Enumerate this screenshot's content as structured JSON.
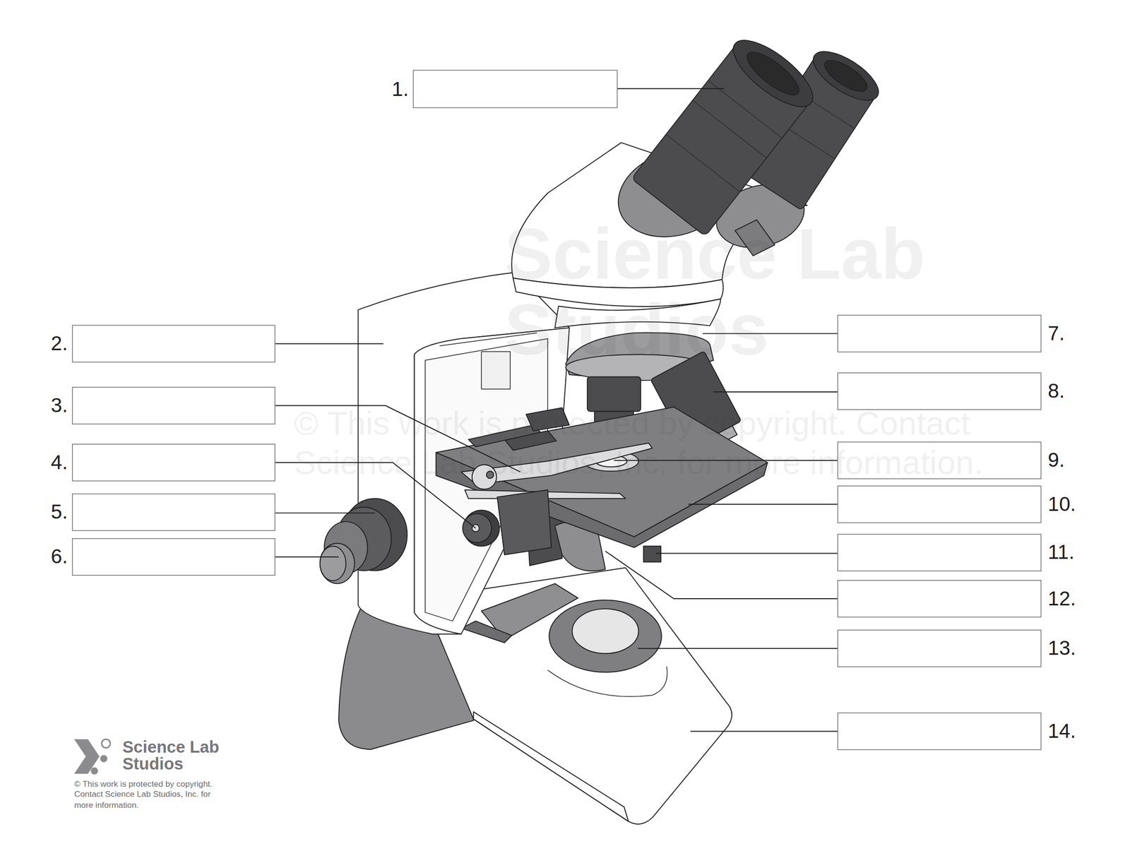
{
  "diagram": {
    "nodes": [
      {
        "text": [
          "1."
        ]
      },
      {
        "text": [
          "2."
        ]
      },
      {
        "text": [
          "3."
        ]
      },
      {
        "text": [
          "4."
        ]
      },
      {
        "text": [
          "5."
        ]
      },
      {
        "text": [
          "6."
        ]
      },
      {
        "text": [
          "7."
        ]
      },
      {
        "text": [
          "8."
        ]
      },
      {
        "text": [
          "9."
        ]
      },
      {
        "text": [
          "10."
        ]
      },
      {
        "text": [
          "11."
        ]
      },
      {
        "text": [
          "12."
        ]
      },
      {
        "text": [
          "13."
        ]
      },
      {
        "text": [
          "14."
        ]
      }
    ],
    "labels": [
      "Science Lab Studios",
      "© This work is protected by copyright. Contact Science Lab Studios, Inc. for more information.",
      "Science Lab Studios",
      "© This work is protected by copyright. Contact Science Lab Studios, Inc. for more information."
    ]
  }
}
